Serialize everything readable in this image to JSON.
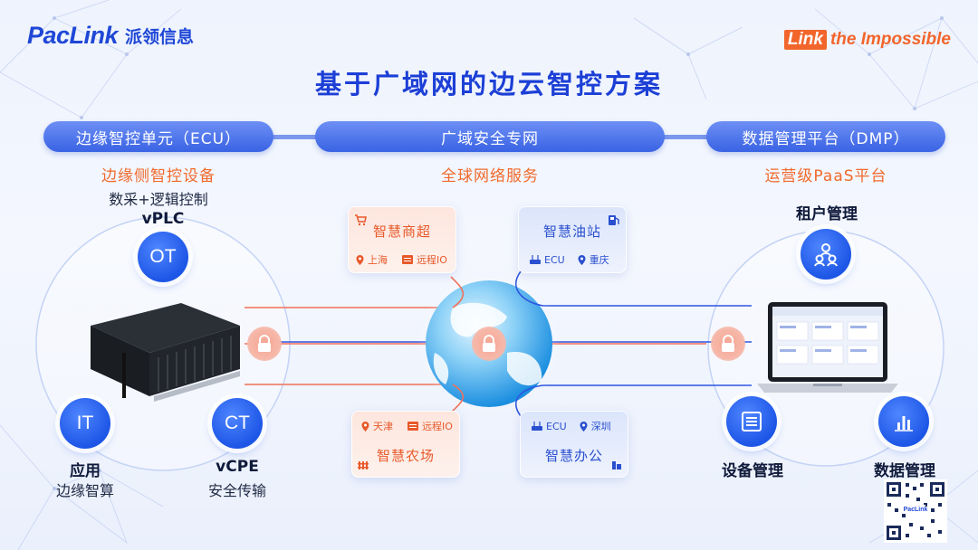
{
  "header": {
    "brand_logo": "PacLink",
    "brand_name": "派领信息",
    "slogan_highlight": "Link",
    "slogan_rest": "the Impossible",
    "title": "基于广域网的边云智控方案"
  },
  "colors": {
    "brand_blue": "#1f47d6",
    "accent_orange": "#f06a2c",
    "pill_blue": "#3a63e4",
    "line_red": "#f0705a",
    "line_blue": "#2d55e0"
  },
  "sections": {
    "left": {
      "pill": "边缘智控单元（ECU）",
      "subtitle": "边缘侧智控设备",
      "desc": "数采+逻辑控制",
      "nodes": {
        "ot": {
          "code": "OT",
          "label": "vPLC"
        },
        "it": {
          "code": "IT",
          "label": "应用",
          "desc": "边缘智算"
        },
        "ct": {
          "code": "CT",
          "label": "vCPE",
          "desc": "安全传输"
        }
      }
    },
    "middle": {
      "pill": "广域安全专网",
      "subtitle": "全球网络服务",
      "cards": {
        "market": {
          "title": "智慧商超",
          "location": "上海",
          "tag": "远程IO",
          "icon": "cart-icon"
        },
        "gas": {
          "title": "智慧油站",
          "tag": "ECU",
          "location": "重庆",
          "icon": "fuel-pump-icon"
        },
        "farm": {
          "title": "智慧农场",
          "location": "天津",
          "tag": "远程IO",
          "icon": "fence-icon"
        },
        "office": {
          "title": "智慧办公",
          "tag": "ECU",
          "location": "深圳",
          "icon": "building-icon"
        }
      }
    },
    "right": {
      "pill": "数据管理平台（DMP）",
      "subtitle": "运营级PaaS平台",
      "nodes": {
        "tenant": {
          "label": "租户管理",
          "icon": "users-icon"
        },
        "device": {
          "label": "设备管理",
          "icon": "list-icon"
        },
        "data": {
          "label": "数据管理",
          "icon": "bar-chart-icon"
        }
      },
      "qr_caption": "PacLink"
    }
  }
}
